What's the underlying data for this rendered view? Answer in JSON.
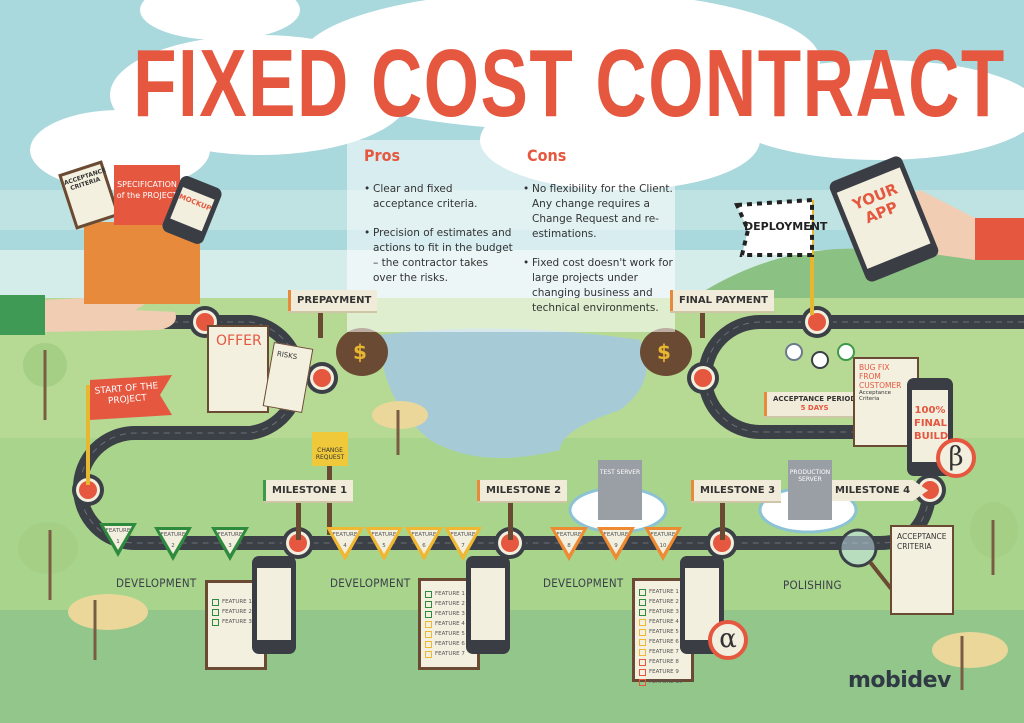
{
  "title": "FIXED COST CONTRACT",
  "pros": {
    "heading": "Pros",
    "items": [
      "Clear and fixed acceptance criteria.",
      "Precision of estimates and actions to fit in the budget – the contractor takes over the risks."
    ]
  },
  "cons": {
    "heading": "Cons",
    "items": [
      "No flexibility for the Client. Any change requires a Change Request and re-estimations.",
      "Fixed cost doesn't work for large projects under changing business and technical environments."
    ]
  },
  "box": {
    "acceptance": "ACCEPTANCE CRITERIA",
    "spec": "SPECIFICATION of the PROJECT",
    "mockup": "MOCKUP"
  },
  "offer": {
    "title": "OFFER",
    "risks": "RISKS"
  },
  "signs": {
    "prepayment": "PREPAYMENT",
    "final_payment": "FINAL PAYMENT",
    "start": "START OF THE PROJECT",
    "change_request": "CHANGE REQUEST",
    "deployment": "DEPLOYMENT",
    "acceptance_period": "ACCEPTANCE PERIOD",
    "acceptance_days": "5 DAYS"
  },
  "milestones": [
    "MILESTONE 1",
    "MILESTONE 2",
    "MILESTONE 3",
    "MILESTONE 4"
  ],
  "features": [
    {
      "label": "FEATURE",
      "n": "1",
      "color": "green"
    },
    {
      "label": "FEATURE",
      "n": "2",
      "color": "green"
    },
    {
      "label": "FEATURE",
      "n": "3",
      "color": "green"
    },
    {
      "label": "FEATURE",
      "n": "4",
      "color": "yellow"
    },
    {
      "label": "FEATURE",
      "n": "5",
      "color": "yellow"
    },
    {
      "label": "FEATURE",
      "n": "6",
      "color": "yellow"
    },
    {
      "label": "FEATURE",
      "n": "7",
      "color": "yellow"
    },
    {
      "label": "FEATURE",
      "n": "8",
      "color": "orange"
    },
    {
      "label": "FEATURE",
      "n": "9",
      "color": "orange"
    },
    {
      "label": "FEATURE",
      "n": "10",
      "color": "orange"
    }
  ],
  "phases": [
    "DEVELOPMENT",
    "DEVELOPMENT",
    "DEVELOPMENT",
    "POLISHING"
  ],
  "servers": {
    "test": "TEST SERVER",
    "production": "PRODUCTION SERVER"
  },
  "checklists": [
    [
      "FEATURE 1",
      "FEATURE 2",
      "FEATURE 3"
    ],
    [
      "FEATURE 1",
      "FEATURE 2",
      "FEATURE 3",
      "FEATURE 4",
      "FEATURE 5",
      "FEATURE 6",
      "FEATURE 7"
    ],
    [
      "FEATURE 1",
      "FEATURE 2",
      "FEATURE 3",
      "FEATURE 4",
      "FEATURE 5",
      "FEATURE 6",
      "FEATURE 7",
      "FEATURE 8",
      "FEATURE 9",
      "FEATURE 10"
    ]
  ],
  "app": {
    "your_app": "YOUR APP",
    "final_build": "100% FINAL BUILD",
    "beta": "β",
    "alpha": "α"
  },
  "bugfix": {
    "title": "BUG FIX FROM CUSTOMER",
    "subtitle": "Acceptance Criteria"
  },
  "acceptance_criteria": "ACCEPTANCE CRITERIA",
  "money_symbol": "$",
  "logo": "mobidev",
  "colors": {
    "accent": "#e5573f",
    "road": "#3b3f46",
    "sky": "#a9d8dd",
    "grass": "#b6da94",
    "lake": "#a6cbd6"
  }
}
